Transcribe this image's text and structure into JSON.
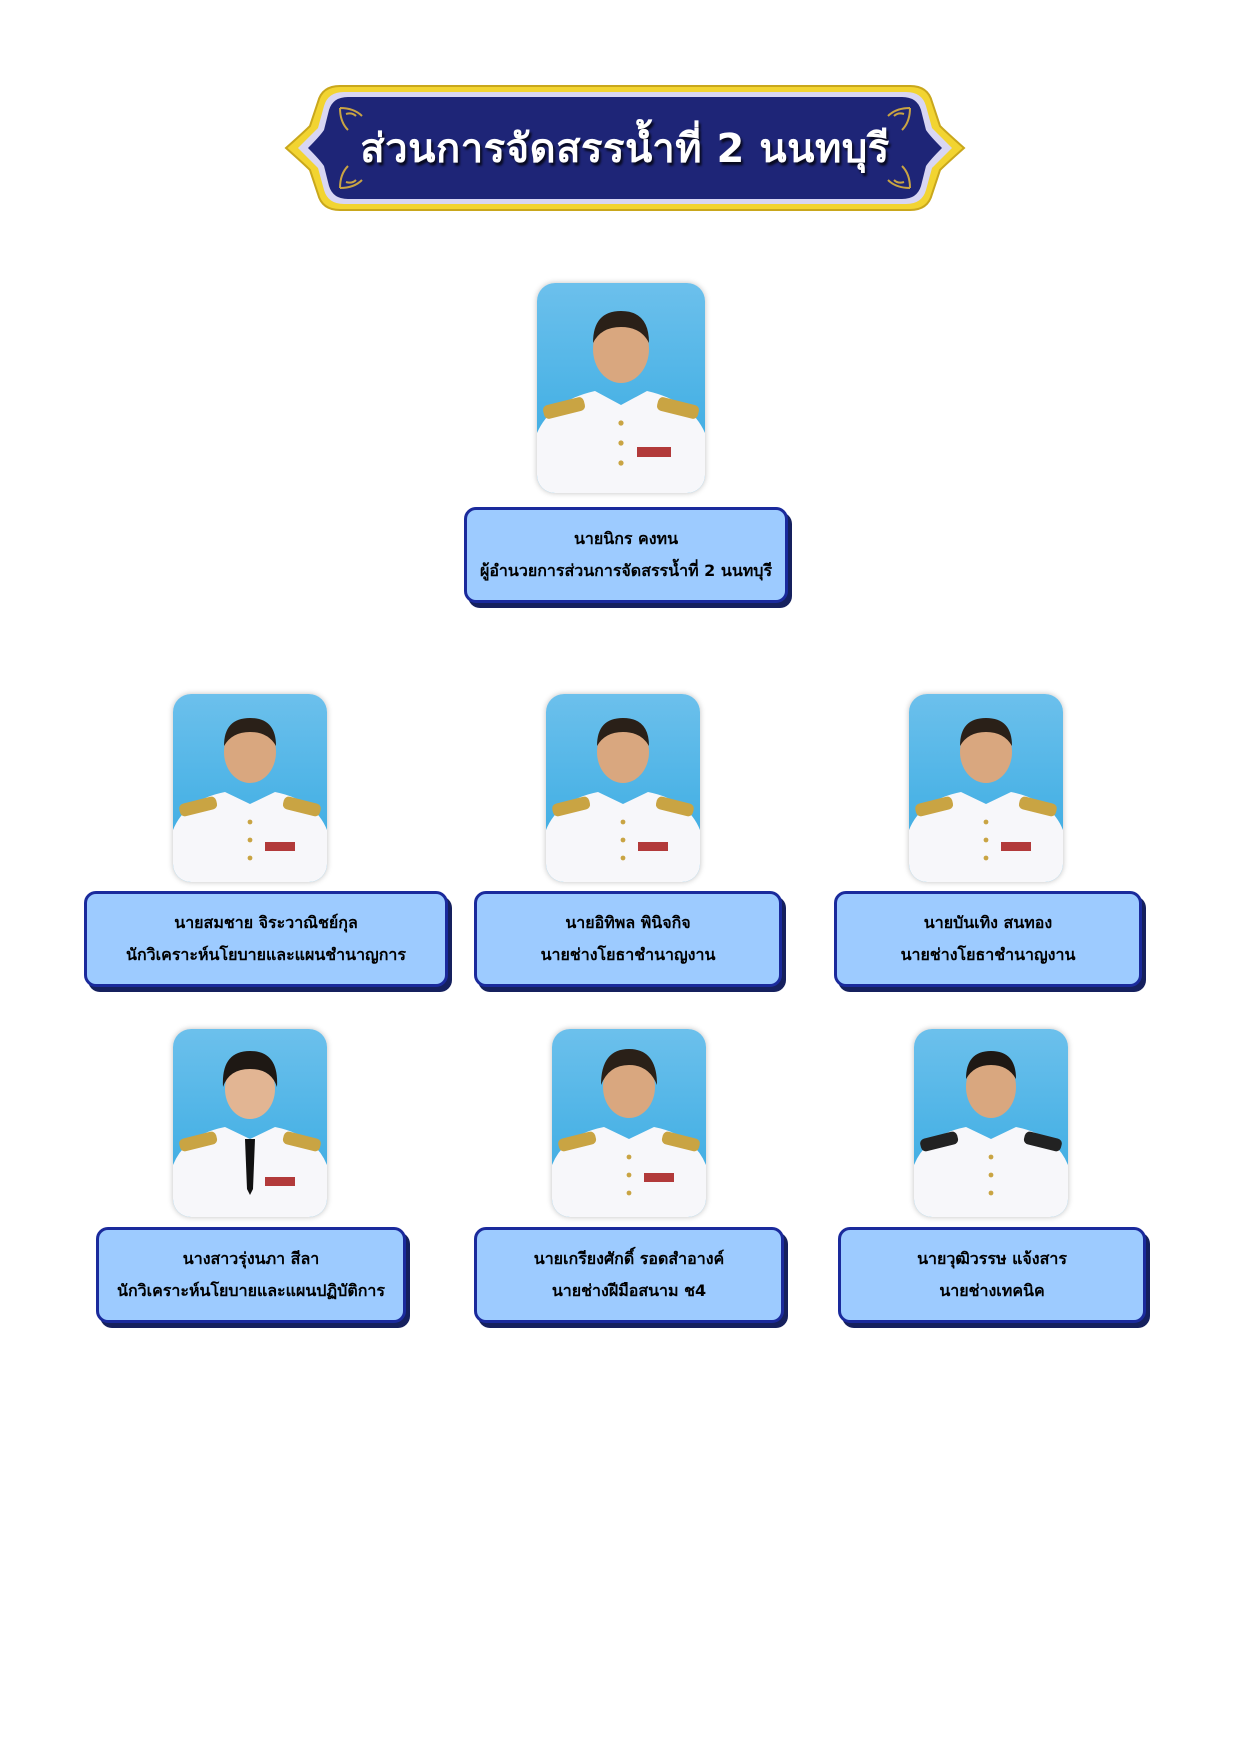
{
  "header": {
    "title": "ส่วนการจัดสรรน้ำที่ 2 นนทบุรี"
  },
  "colors": {
    "banner_fill": "#1e2577",
    "banner_border": "#f2d431",
    "card_fill": "#9dcbff",
    "card_border": "#1a2a9c",
    "photo_background": "#4cb3e6"
  },
  "director": {
    "name": "นายนิกร  คงทน",
    "role": "ผู้อำนวยการส่วนการจัดสรรน้ำที่ 2 นนทบุรี"
  },
  "staff": [
    {
      "name": "นายสมชาย จิระวาณิชย์กุล",
      "role": "นักวิเคราะห์นโยบายและแผนชำนาญการ"
    },
    {
      "name": "นายอิทิพล  พินิจกิจ",
      "role": "นายช่างโยธาชำนาญงาน"
    },
    {
      "name": "นายบันเทิง  สนทอง",
      "role": "นายช่างโยธาชำนาญงาน"
    },
    {
      "name": "นางสาวรุ่งนภา  สีลา",
      "role": "นักวิเคราะห์นโยบายและแผนปฏิบัติการ"
    },
    {
      "name": "นายเกรียงศักดิ์ รอดสำอางค์",
      "role": "นายช่างฝีมือสนาม ช4"
    },
    {
      "name": "นายวุฒิวรรษ  แจ้งสาร",
      "role": "นายช่างเทคนิค"
    }
  ]
}
